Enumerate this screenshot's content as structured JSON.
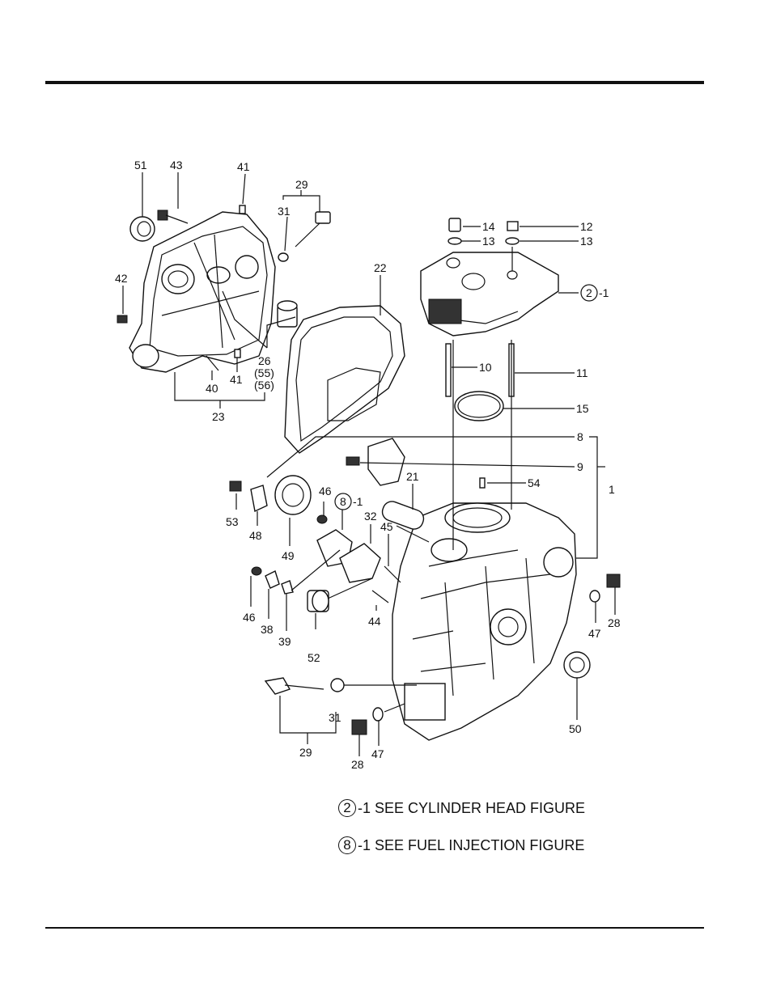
{
  "labels": {
    "l51": "51",
    "l43": "43",
    "l41a": "41",
    "l29a": "29",
    "l31a": "31",
    "l42": "42",
    "l22": "22",
    "l26": "26",
    "l55": "(55)",
    "l56": "(56)",
    "l41b": "41",
    "l40": "40",
    "l23": "23",
    "l14": "14",
    "l13a": "13",
    "l12": "12",
    "l13b": "13",
    "ref2": "2",
    "ref2suffix": "-1",
    "l10": "10",
    "l11": "11",
    "l15": "15",
    "l8": "8",
    "l9": "9",
    "l1": "1",
    "l21": "21",
    "l54": "54",
    "l53": "53",
    "l48": "48",
    "l49": "49",
    "l46a": "46",
    "ref8": "8",
    "ref8suffix": "-1",
    "l32": "32",
    "l45": "45",
    "l46b": "46",
    "l38": "38",
    "l39": "39",
    "l52": "52",
    "l44": "44",
    "l47a": "47",
    "l28a": "28",
    "l50": "50",
    "l31b": "31",
    "l29b": "29",
    "l28b": "28",
    "l47b": "47"
  },
  "notes": [
    {
      "ref": "2",
      "text": "-1 SEE CYLINDER HEAD FIGURE"
    },
    {
      "ref": "8",
      "text": "-1 SEE FUEL INJECTION FIGURE"
    }
  ]
}
